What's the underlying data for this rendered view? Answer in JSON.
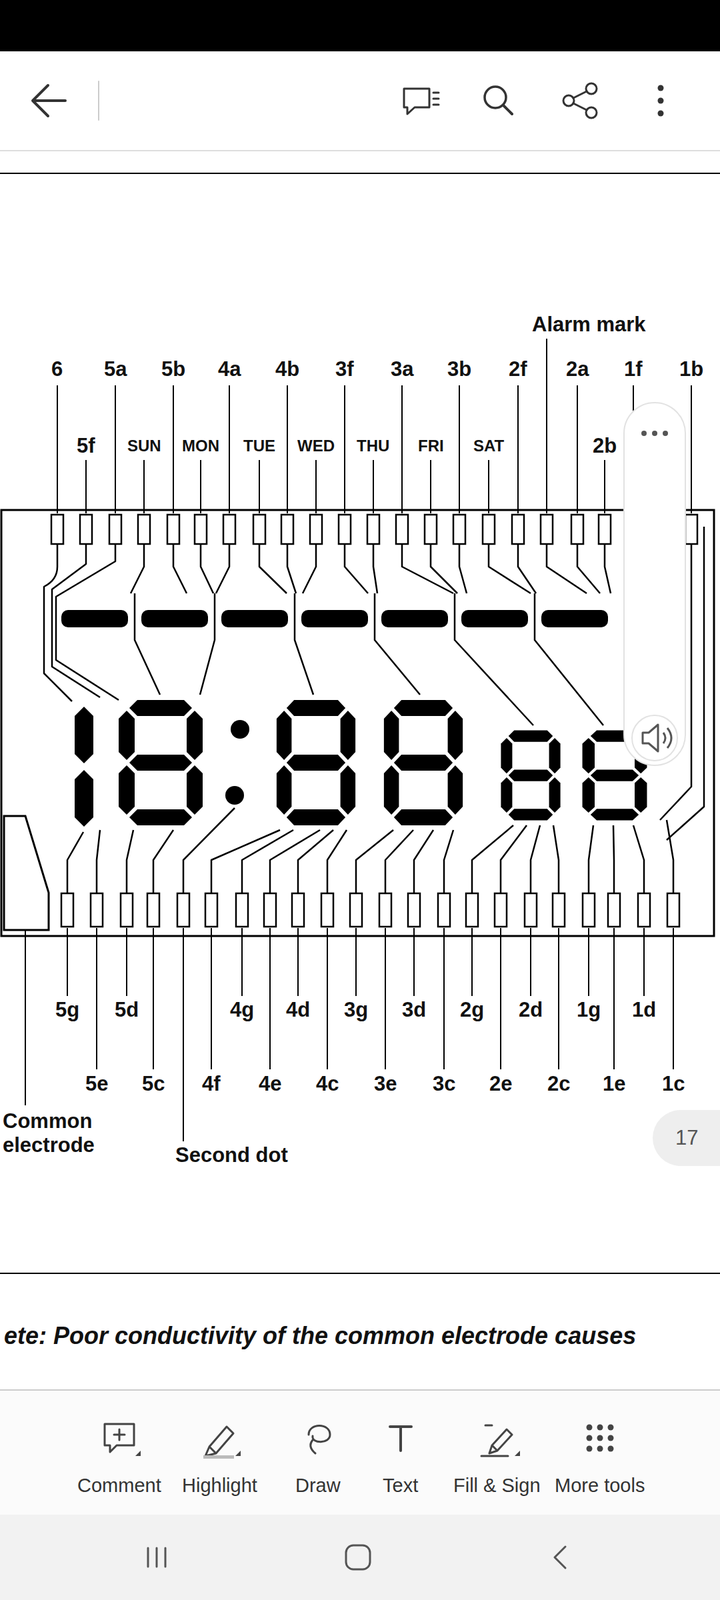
{
  "diagram": {
    "labels": [
      "6",
      "5a",
      "5b",
      "4a",
      "4b",
      "3f",
      "3a",
      "3b",
      "2f",
      "2a",
      "1f",
      "1b",
      "Alarm mark",
      "5f",
      "SUN",
      "MON",
      "TUE",
      "WED",
      "THU",
      "FRI",
      "SAT",
      "2b",
      "5g",
      "5d",
      "4g",
      "4d",
      "3g",
      "3d",
      "2g",
      "2d",
      "1g",
      "1d",
      "5e",
      "5c",
      "4f",
      "4e",
      "4c",
      "3e",
      "3c",
      "2e",
      "2c",
      "1e",
      "1c",
      "Common electrode",
      "Second dot",
      "ete: Poor conductivity of the common electrode causes",
      "17",
      "Comment",
      "Highlight",
      "Draw",
      "Text",
      "Fill & Sign",
      "More tools"
    ]
  }
}
